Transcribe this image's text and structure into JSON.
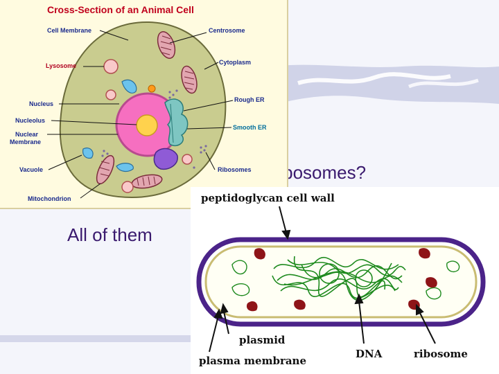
{
  "question_text": "e ribosomes?",
  "answer_text": "All of them",
  "animal_cell": {
    "title": "Cross-Section of an Animal Cell",
    "labels": {
      "cell_membrane": "Cell Membrane",
      "centrosome": "Centrosome",
      "lysosome": "Lysosome",
      "cytoplasm": "Cytoplasm",
      "rough_er": "Rough ER",
      "nucleus": "Nucleus",
      "nucleolus": "Nucleolus",
      "smooth_er": "Smooth ER",
      "nuclear_membrane_1": "Nuclear",
      "nuclear_membrane_2": "Membrane",
      "vacuole": "Vacuole",
      "ribosomes": "Ribosomes",
      "mitochondrion": "Mitochondrion"
    }
  },
  "bacterial_cell": {
    "labels": {
      "cell_wall": "peptidoglycan cell wall",
      "plasmid": "plasmid",
      "plasma_membrane": "plasma membrane",
      "dna": "DNA",
      "ribosome": "ribosome"
    }
  },
  "colors": {
    "cytoplasm": "#c9cc8f",
    "nucleus": "#f66fc0",
    "nucleolus": "#ffd24d",
    "wall": "#4b2389",
    "dna": "#1e8a1e",
    "ribosome": "#8e1418"
  }
}
